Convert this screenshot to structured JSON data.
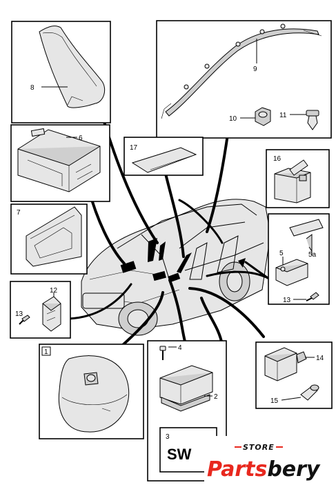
{
  "callouts": {
    "c1": "1",
    "c2": "2",
    "c3": "3",
    "c4": "4",
    "c5": "5",
    "c5a": "5a",
    "c6": "6",
    "c7": "7",
    "c8": "8",
    "c9": "9",
    "c10": "10",
    "c11": "11",
    "c12": "12",
    "c13a": "13",
    "c13b": "13",
    "c14": "14",
    "c15": "15",
    "c16": "16",
    "c17": "17"
  },
  "sw_text": "SW",
  "watermark": {
    "store": "STORE",
    "brand_red": "Parts",
    "brand_black": "bery",
    "red_color": "#e8281e"
  }
}
